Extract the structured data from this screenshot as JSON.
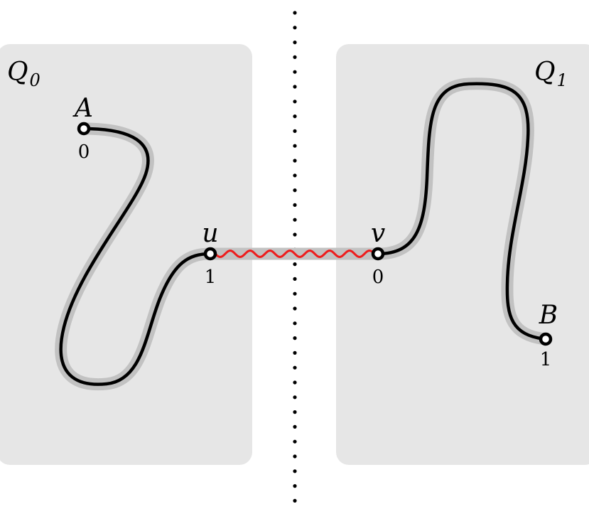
{
  "regions": {
    "left": {
      "name": "Q",
      "subscript": "0"
    },
    "right": {
      "name": "Q",
      "subscript": "1"
    }
  },
  "nodes": {
    "A": {
      "label": "A",
      "value": "0"
    },
    "u": {
      "label": "u",
      "value": "1"
    },
    "v": {
      "label": "v",
      "value": "0"
    },
    "B": {
      "label": "B",
      "value": "1"
    }
  },
  "colors": {
    "region": "#e6e6e6",
    "halo": "#c2c2c2",
    "curve": "#000000",
    "wavy_edge": "#ee1c1c"
  }
}
